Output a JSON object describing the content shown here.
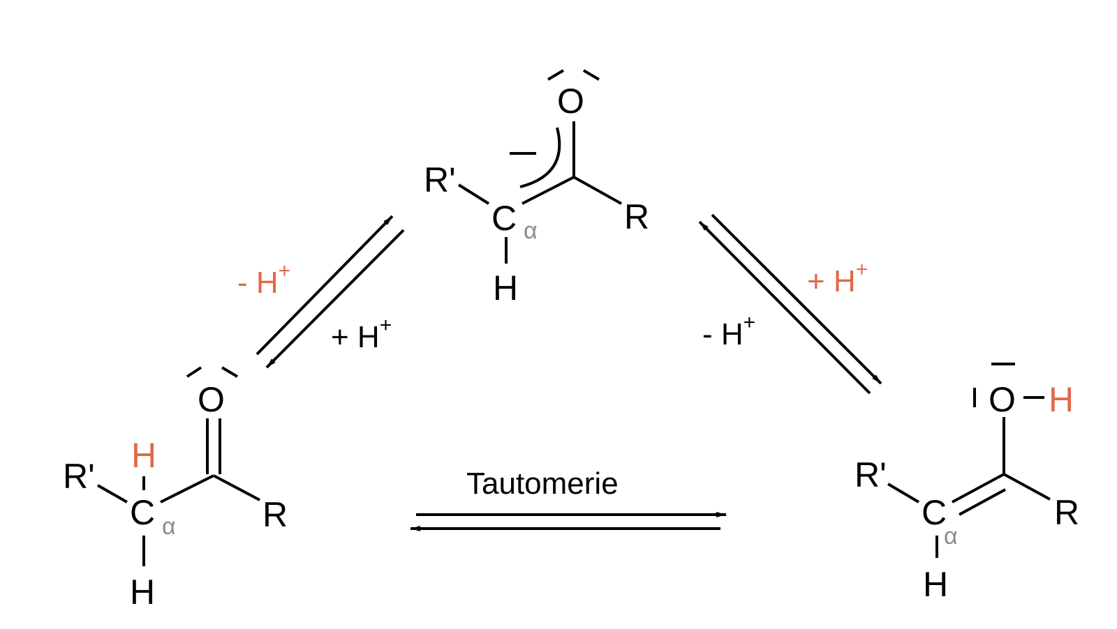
{
  "colors": {
    "highlight": "#e06a4c",
    "alpha_label": "#8a8a8a",
    "ink": "#000000"
  },
  "molecules": {
    "keto": {
      "r_prime": "R'",
      "carbon": "C",
      "alpha": "α",
      "h_top": "H",
      "h_bottom": "H",
      "oxygen": "O",
      "r": "R"
    },
    "enolate": {
      "r_prime": "R'",
      "carbon": "C",
      "alpha": "α",
      "h_bottom": "H",
      "oxygen": "O",
      "r": "R",
      "charge": "−"
    },
    "enol": {
      "r_prime": "R'",
      "carbon": "C",
      "alpha": "α",
      "h_bottom": "H",
      "oxygen": "O",
      "h_oh": "H",
      "r": "R"
    }
  },
  "equilibria": {
    "left": {
      "outer_sign": "- H",
      "outer_sup": "+",
      "inner_sign": "+ H",
      "inner_sup": "+"
    },
    "right": {
      "outer_sign": "+ H",
      "outer_sup": "+",
      "inner_sign": "- H",
      "inner_sup": "+"
    },
    "bottom": {
      "label": "Tautomerie"
    }
  }
}
